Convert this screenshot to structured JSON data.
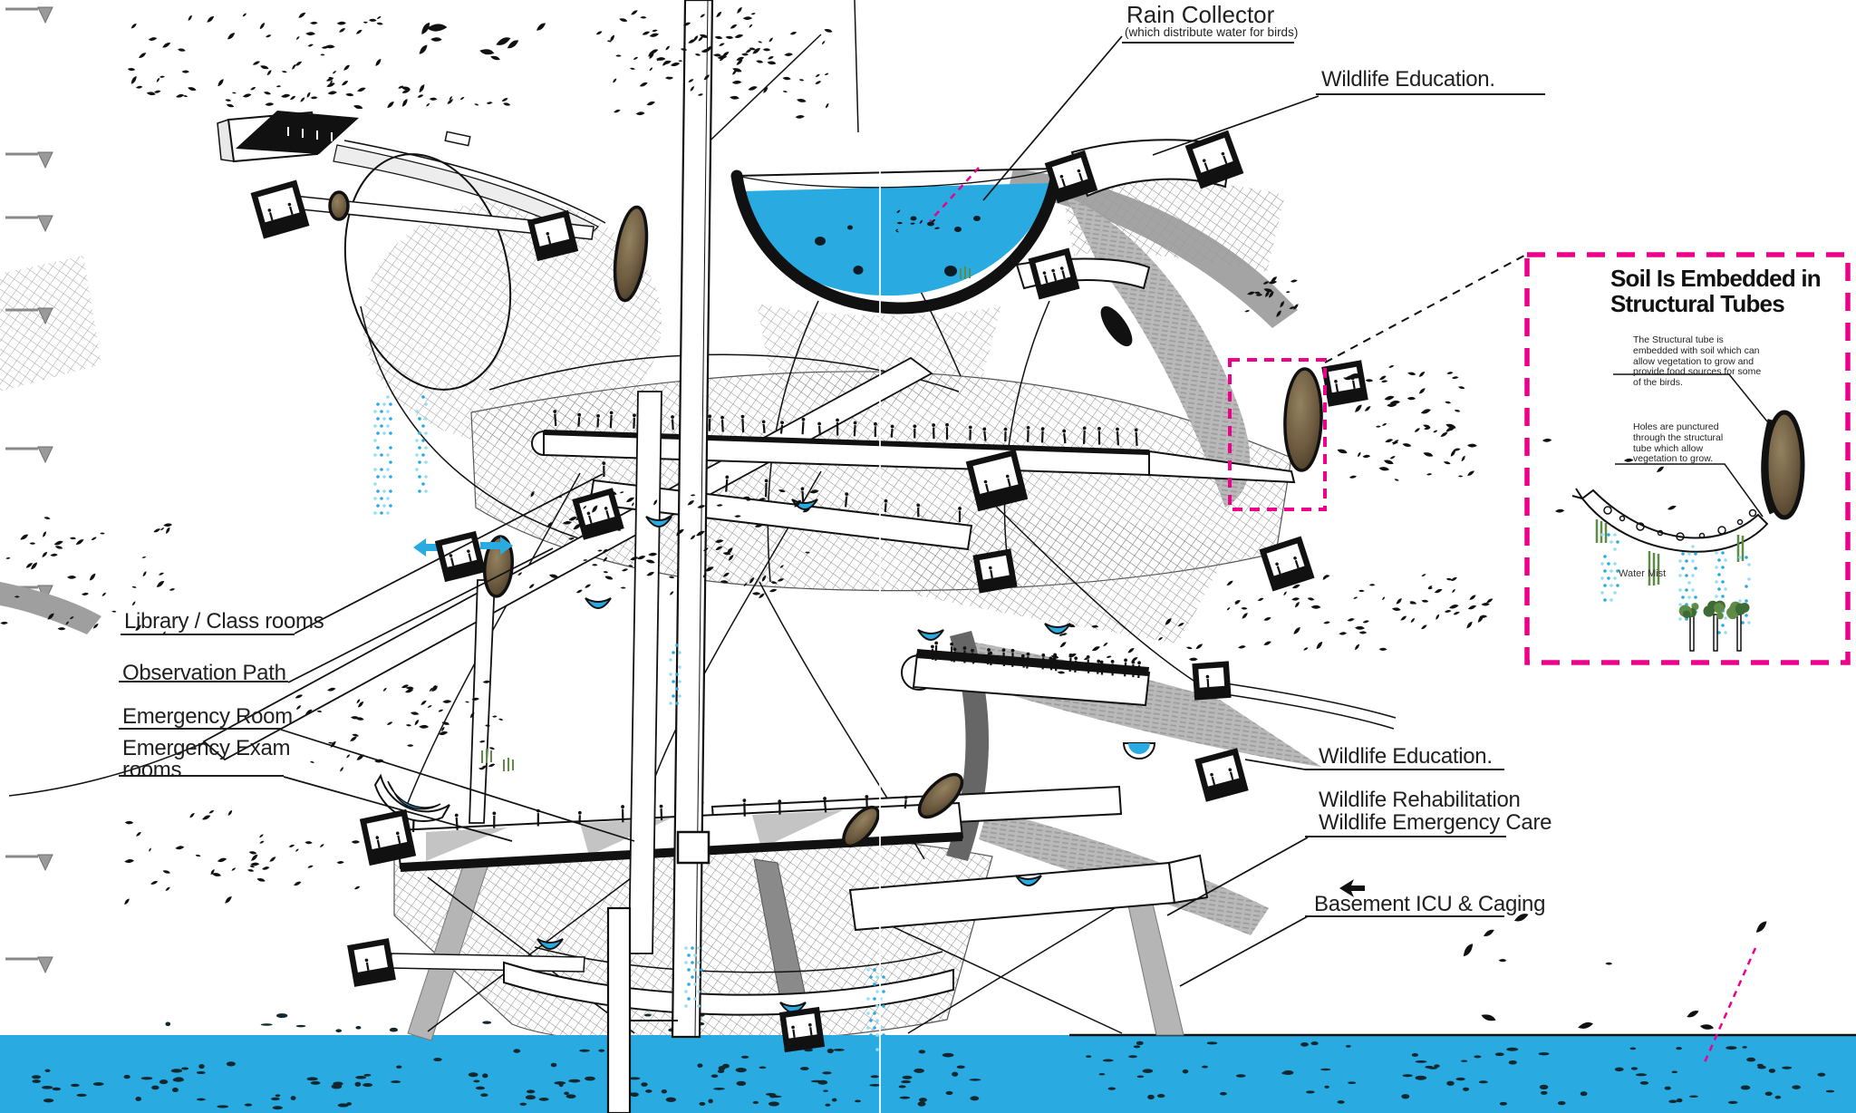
{
  "title": "Bird sanctuary tower concept section",
  "colors": {
    "water_blue": "#29ABE2",
    "accent_pink": "#EC008C",
    "ink": "#111111",
    "mist_light": "#9ADCF2",
    "net_gray": "#8C8C8C",
    "pod_brown": "#6E5B41",
    "leaf_green": "#5E8C46"
  },
  "labels": {
    "rain_collector": {
      "text": "Rain Collector",
      "sub": "(which distribute water for birds)"
    },
    "wildlife_education_top": {
      "text": "Wildlife Education."
    },
    "library": {
      "text": "Library / Class rooms"
    },
    "observation_path": {
      "text": "Observation Path"
    },
    "emergency_room": {
      "text": "Emergency Room"
    },
    "emergency_exam_rooms": {
      "text": "Emergency Exam rooms"
    },
    "wildlife_education_mid": {
      "text": "Wildlife Education."
    },
    "wildlife_rehabilitation": {
      "text": "Wildlife Rehabilitation"
    },
    "wildlife_emergency_care": {
      "text": "Wildlife Emergency Care"
    },
    "basement_icu": {
      "text": "Basement ICU & Caging"
    }
  },
  "callout": {
    "title": "Soil Is Embedded in Structural Tubes",
    "para1": "The Structural tube is embedded with soil which can allow vegetation to grow and provide food sources for some of the birds.",
    "para2": "Holes are punctured through the structural tube which allow vegetation to grow.",
    "water_mist_label": "Water Mist"
  },
  "icons": {
    "page_flag": "page-flag-icon",
    "left_arrow_bird": "left-arrow-bird-icon",
    "cyan_arrows": "water-flow-arrows-icon"
  }
}
